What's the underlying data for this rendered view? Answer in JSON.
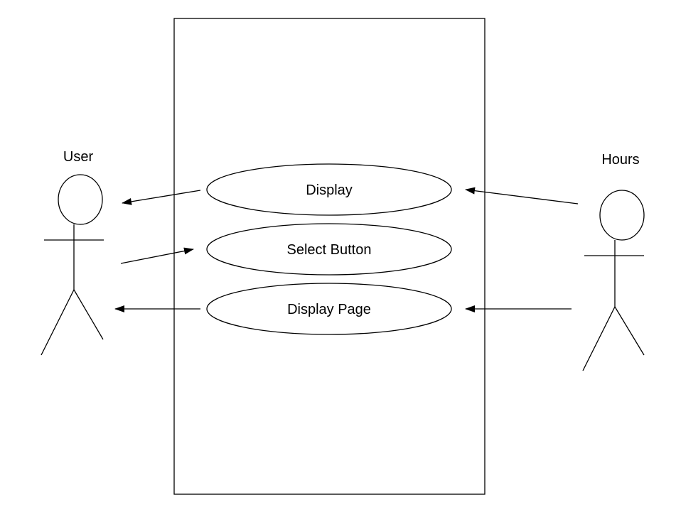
{
  "diagram": {
    "actors": {
      "user": {
        "label": "User"
      },
      "hours": {
        "label": "Hours"
      }
    },
    "use_cases": [
      {
        "label": "Display"
      },
      {
        "label": "Select Button"
      },
      {
        "label": "Display Page"
      }
    ],
    "colors": {
      "line": "#000000",
      "background": "#ffffff"
    }
  }
}
